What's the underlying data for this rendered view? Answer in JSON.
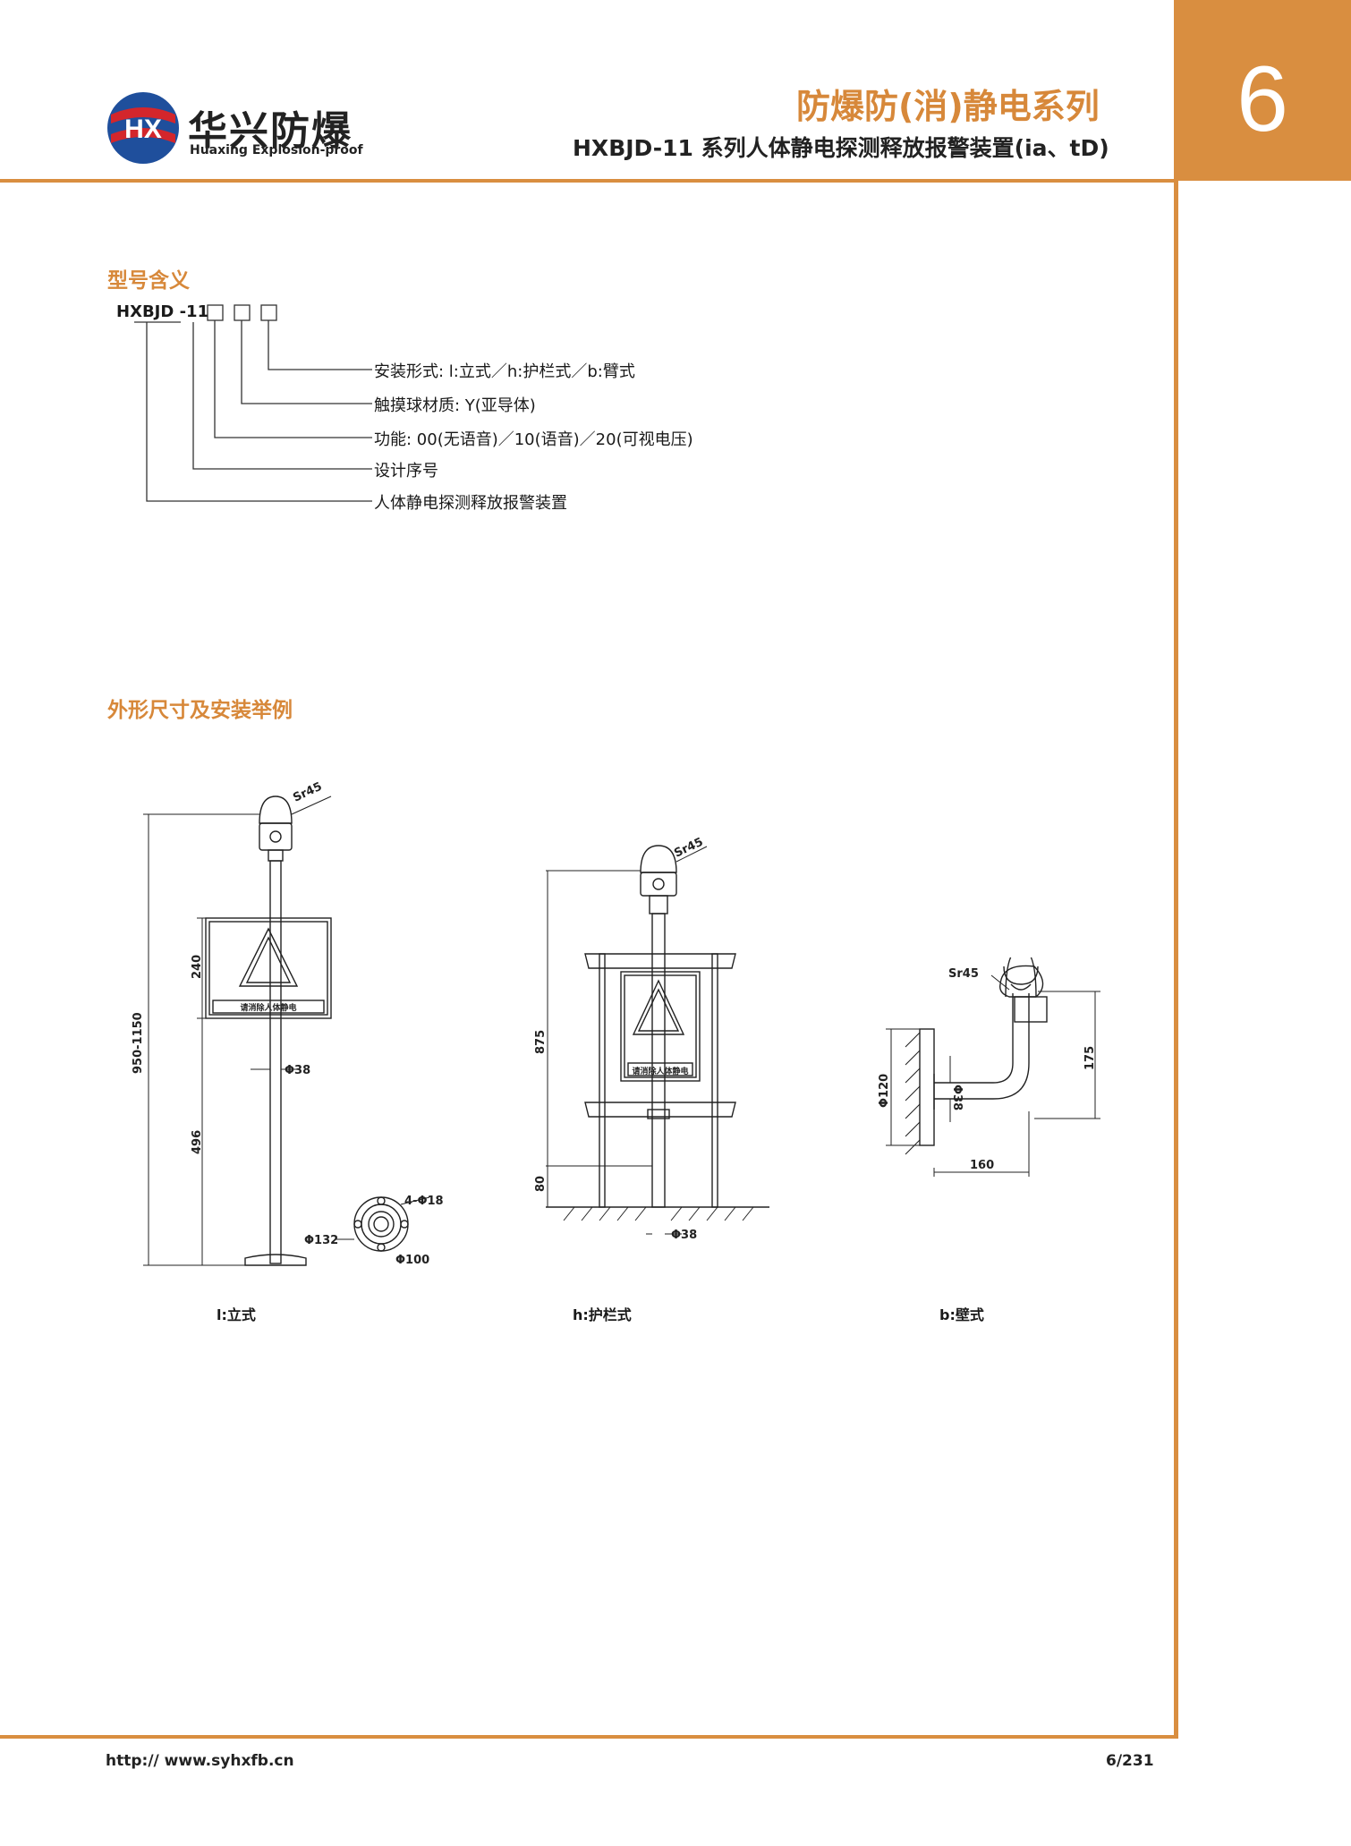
{
  "header": {
    "logo_initials": "HX",
    "logo_name": "华兴防爆",
    "logo_sub": "Huaxing Explosion-proof",
    "series_title": "防爆防(消)静电系列",
    "product_title": "HXBJD-11 系列人体静电探测释放报警装置(ia、tD)",
    "chapter": "6"
  },
  "model": {
    "heading": "型号含义",
    "code": "HXBJD -11",
    "items": [
      "安装形式:  l:立式／h:护栏式／b:臂式",
      "触摸球材质: Y(亚导体)",
      "功能: 00(无语音)／10(语音)／20(可视电压)",
      "设计序号",
      "人体静电探测释放报警装置"
    ]
  },
  "drawings": {
    "heading": "外形尺寸及安装举例",
    "sign_text": "请消除人体静电",
    "standing": {
      "caption": "l:立式",
      "sr": "Sr45",
      "height": "950-1150",
      "d240": "240",
      "d496": "496",
      "pipe": "Φ38",
      "bolt": "4-Φ18",
      "d132": "Φ132",
      "d100": "Φ100"
    },
    "rail": {
      "caption": "h:护栏式",
      "sr": "Sr45",
      "d875": "875",
      "d80": "80",
      "pipe": "Φ38"
    },
    "wall": {
      "caption": "b:壁式",
      "sr": "Sr45",
      "d120": "Φ120",
      "pipe": "Φ38",
      "d175": "175",
      "d160": "160"
    }
  },
  "footer": {
    "url": "http:// www.syhxfb.cn",
    "page": "6/231"
  }
}
